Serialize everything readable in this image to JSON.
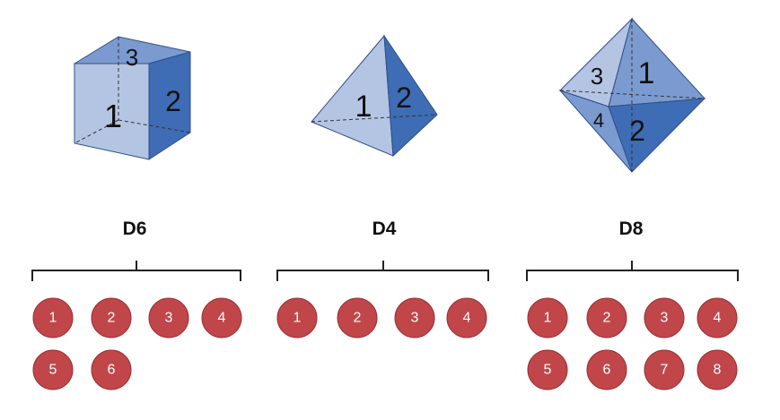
{
  "dice": [
    {
      "id": "d6",
      "label": "D6",
      "face_numbers": [
        "3",
        "1",
        "2"
      ],
      "outcomes": [
        "1",
        "2",
        "3",
        "4",
        "5",
        "6"
      ]
    },
    {
      "id": "d4",
      "label": "D4",
      "face_numbers": [
        "1",
        "2"
      ],
      "outcomes": [
        "1",
        "2",
        "3",
        "4"
      ]
    },
    {
      "id": "d8",
      "label": "D8",
      "face_numbers": [
        "3",
        "1",
        "4",
        "2"
      ],
      "outcomes": [
        "1",
        "2",
        "3",
        "4",
        "5",
        "6",
        "7",
        "8"
      ]
    }
  ],
  "colors": {
    "face_light": "#b4c5e4",
    "face_mid": "#7b9bd0",
    "face_dark": "#3e6db5",
    "edge": "#2f4f86",
    "ball_fill": "#c0464a",
    "ball_stroke": "#9a2f33",
    "bracket": "#222222"
  }
}
